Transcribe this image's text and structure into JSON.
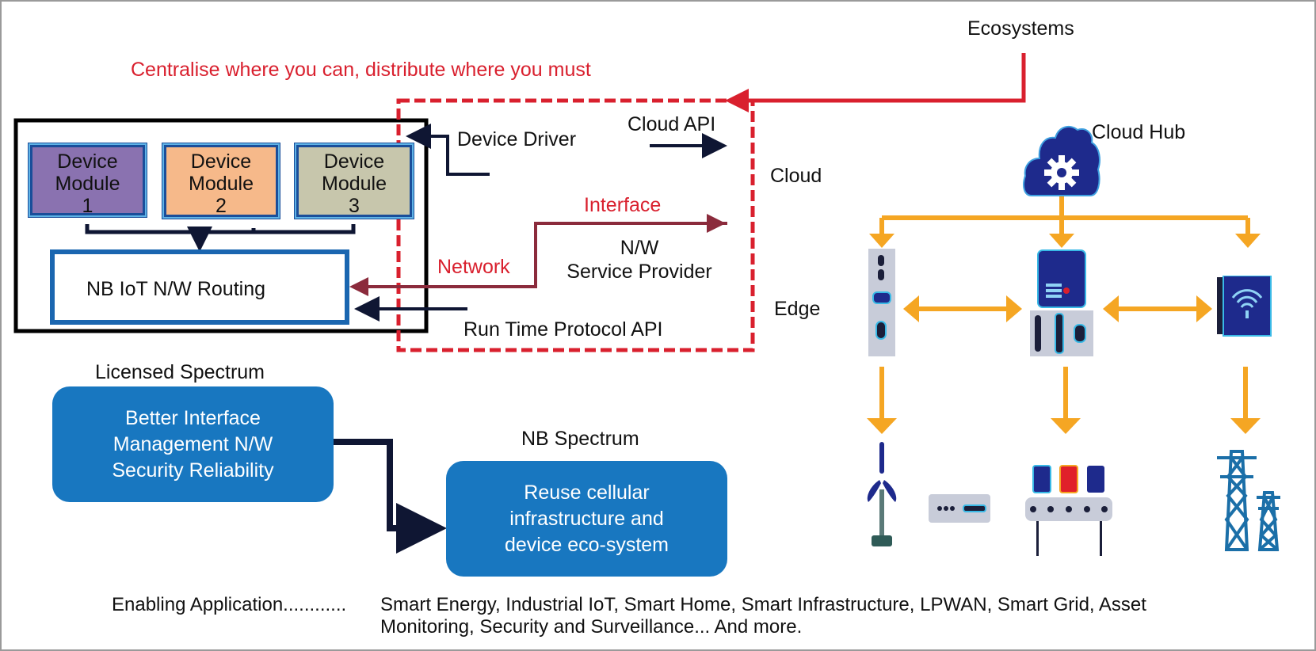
{
  "title": "Centralise where you can, distribute where you must",
  "left_panel": {
    "modules": [
      {
        "line1": "Device",
        "line2": "Module",
        "line3": "1",
        "color": "#8a72b0"
      },
      {
        "line1": "Device",
        "line2": "Module",
        "line3": "2",
        "color": "#f6b98a"
      },
      {
        "line1": "Device",
        "line2": "Module",
        "line3": "3",
        "color": "#c7c6ac"
      }
    ],
    "routing_label": "NB IoT N/W Routing"
  },
  "cloud_panel": {
    "device_driver": "Device Driver",
    "cloud_api": "Cloud API",
    "interface": "Interface",
    "network": "Network",
    "service_provider_line1": "N/W",
    "service_provider_line2": "Service Provider",
    "runtime_api": "Run Time Protocol API"
  },
  "layers": {
    "ecosystems": "Ecosystems",
    "cloud_hub": "Cloud Hub",
    "cloud": "Cloud",
    "edge": "Edge"
  },
  "spectrum": {
    "licensed_title": "Licensed Spectrum",
    "licensed_line1": "Better Interface",
    "licensed_line2": "Management N/W",
    "licensed_line3": "Security Reliability",
    "nb_title": "NB Spectrum",
    "nb_line1": "Reuse cellular",
    "nb_line2": "infrastructure and",
    "nb_line3": "device eco-system"
  },
  "footer": {
    "label": "Enabling Application............",
    "line1": "Smart Energy, Industrial IoT, Smart Home, Smart Infrastructure, LPWAN, Smart Grid, Asset",
    "line2": "Monitoring, Security and Surveillance... And more."
  },
  "icons": {
    "hub": "cloud-gear-icon",
    "edge_devices": [
      "edge-gateway-slim-icon",
      "edge-controller-icon",
      "edge-wifi-router-icon"
    ],
    "endpoints": [
      "wind-turbine-icon",
      "meter-module-icon",
      "industrial-conveyor-icon",
      "power-tower-icon"
    ]
  },
  "colors": {
    "accent_red": "#d9202e",
    "orange": "#f5a623",
    "dark_blue": "#1a2a8a",
    "box_blue": "#1877c0",
    "network_line": "#8b2b3c"
  }
}
